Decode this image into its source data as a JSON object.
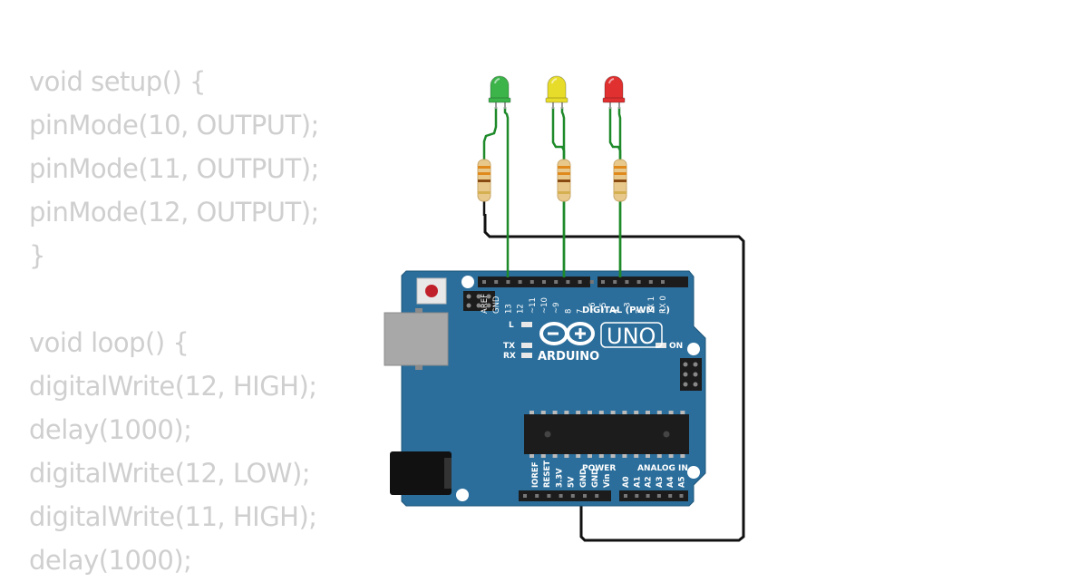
{
  "code": {
    "lines": [
      "void setup() {",
      "pinMode(10, OUTPUT);",
      "pinMode(11, OUTPUT);",
      "pinMode(12, OUTPUT);",
      "}",
      "",
      "void loop() {",
      "digitalWrite(12, HIGH);",
      "delay(1000);",
      "digitalWrite(12, LOW);",
      "digitalWrite(11, HIGH);",
      "delay(1000);"
    ]
  },
  "board": {
    "brand": "ARDUINO",
    "model": "UNO",
    "digital_header_label": "DIGITAL (PWM ~)",
    "on_label": "ON",
    "l_label": "L",
    "tx_label": "TX",
    "rx_label": "RX",
    "power_label": "POWER",
    "analog_label": "ANALOG IN",
    "digital_pins": [
      "AREF",
      "GND",
      "13",
      "12",
      "~11",
      "~10",
      "~9",
      "8",
      "7",
      "~6",
      "~5",
      "4",
      "~3",
      "2",
      "TX 1",
      "RX 0"
    ],
    "power_pins": [
      "IOREF",
      "RESET",
      "3.3V",
      "5V",
      "GND",
      "GND",
      "Vin"
    ],
    "analog_pins": [
      "A0",
      "A1",
      "A2",
      "A3",
      "A4",
      "A5"
    ],
    "color": "#2b6e9b"
  },
  "leds": [
    {
      "color": "#3cb44a",
      "name": "green"
    },
    {
      "color": "#e8dc2a",
      "name": "yellow"
    },
    {
      "color": "#e03030",
      "name": "red"
    }
  ]
}
